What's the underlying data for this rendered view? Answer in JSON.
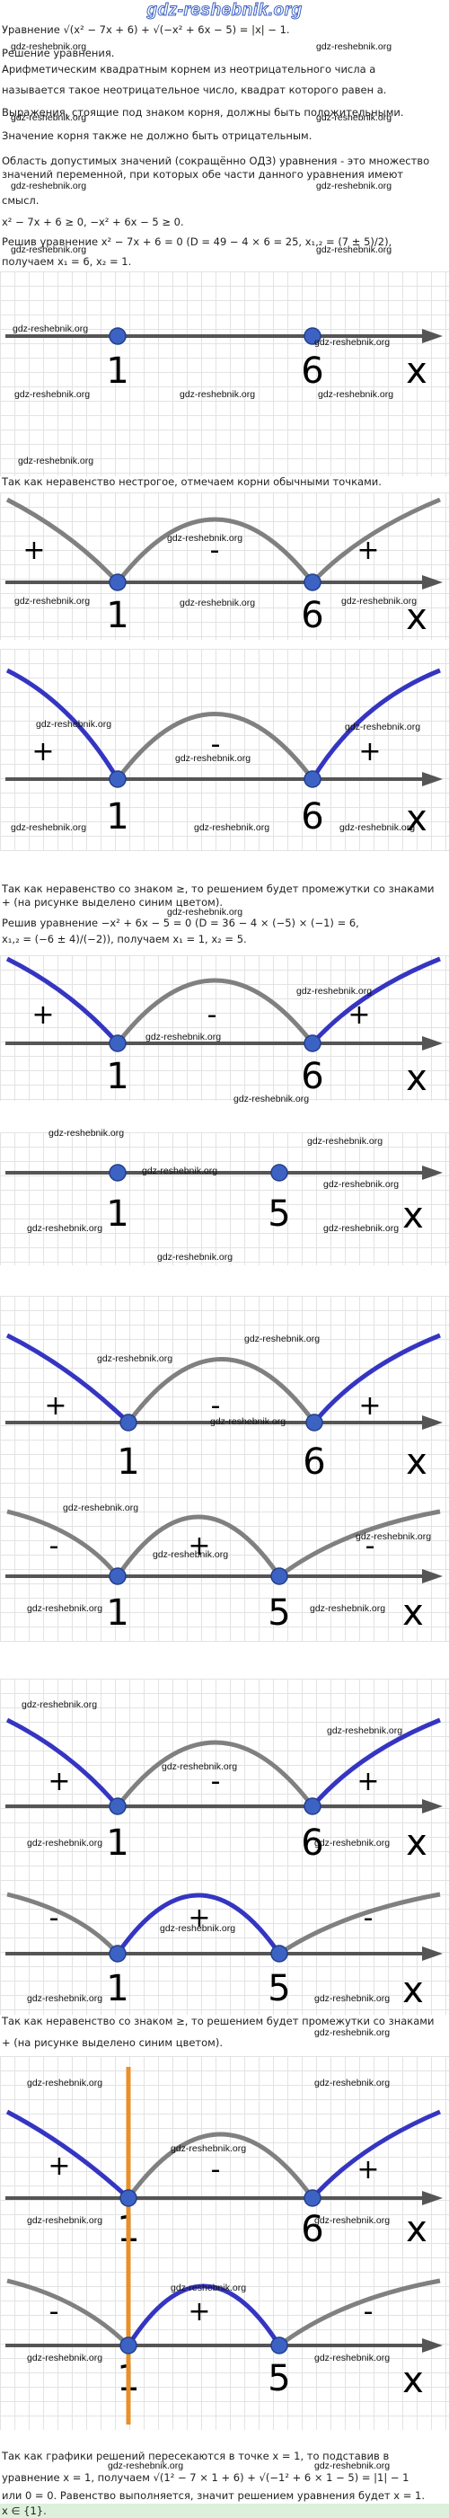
{
  "site": {
    "logo": "gdz-reshebnik.org",
    "watermark": "gdz-reshebnik.org"
  },
  "lines": {
    "eq": "Уравнение √(x² − 7x + 6) + √(−x² + 6x − 5) = |x| − 1.",
    "solution_heading": "Решение уравнения.",
    "p1a": "Арифметическим квадратным корнем из неотрицательного числа a",
    "p1b": "называется такое неотрицательное число, квадрат которого равен a.",
    "p2": "Выражения, стоящие под знаком корня, должны быть положительными.",
    "p3": "Значение корня также не должно быть отрицательным.",
    "p4a": "Область допустимых значений (сокращённо ОДЗ) уравнения - это множество",
    "p4b": "значений переменной, при которых обе части данного уравнения имеют",
    "p4c": "смысл.",
    "sys": "x² − 7x + 6 ≥ 0, −x² + 6x − 5 ≥ 0.",
    "s1": "Решив уравнение x² − 7x + 6 = 0 (D = 49 − 4 × 6 = 25, x₁,₂ = (7 ± 5)/2),",
    "s1b": "получаем x₁ = 6, x₂ = 1.",
    "t1": "Так как неравенство нестрогое, отмечаем корни обычными точками.",
    "t2a": "Так как неравенство со знаком ≥, то решением будет промежутки со знаками",
    "t2b": "+ (на рисунке выделено синим цветом).",
    "s2a": "Решив уравнение −x² + 6x − 5 = 0 (D = 36 − 4 × (−5) × (−1) = 6,",
    "s2b": "x₁,₂ = (−6 ± 4)/(−2)), получаем x₁ = 1, x₂ = 5.",
    "t3a": "Так как неравенство со знаком ≥, то решением будет промежутки со знаками",
    "t3b": "+ (на рисунке выделено синим цветом).",
    "f1": "Так как графики решений пересекаются в точке x = 1, то подставив в",
    "f2": "уравнение x = 1, получаем √(1² − 7 × 1 + 6) + √(−1² + 6 × 1 − 5) = |1| − 1",
    "f3": "или 0 = 0. Равенство выполняется, значит решением уравнения будет x = 1.",
    "ans": "x ∈ {1}."
  },
  "glyphs": {
    "plus": "+",
    "minus": "-",
    "one": "1",
    "five": "5",
    "six": "6",
    "x": "x"
  },
  "colors": {
    "axis": "#555555",
    "arc": "#808080",
    "solution": "#3535c2",
    "intersection": "#e8902a",
    "point": "#3c63c4",
    "answer_bg": "#dcf0dc"
  }
}
